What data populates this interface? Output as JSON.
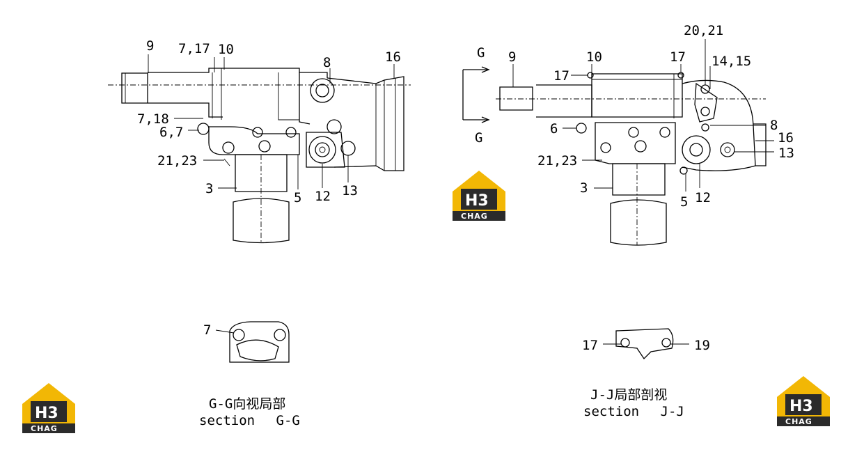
{
  "colors": {
    "ink": "#000000",
    "logo_yellow": "#f2b705",
    "logo_dark": "#2b2b2b"
  },
  "callouts_left": [
    "9",
    "7,17",
    "10",
    "8",
    "16",
    "7,18",
    "6,7",
    "21,23",
    "3",
    "5",
    "12",
    "13"
  ],
  "callouts_right": [
    "9",
    "10",
    "17",
    "17",
    "20,21",
    "14,15",
    "6",
    "8",
    "16",
    "13",
    "21,23",
    "3",
    "5",
    "12"
  ],
  "view_markers": {
    "top": "G",
    "bottom": "G"
  },
  "detail_left": {
    "callout": "7"
  },
  "detail_right": {
    "callout_left": "17",
    "callout_right": "19"
  },
  "captions": {
    "left": {
      "title": "G-G向视局部",
      "subtitle": "section　 G-G"
    },
    "right": {
      "title": "J-J局部剖视",
      "subtitle": "section　 J-J"
    }
  },
  "logo": {
    "mark": "H3",
    "name": "CHAG"
  }
}
